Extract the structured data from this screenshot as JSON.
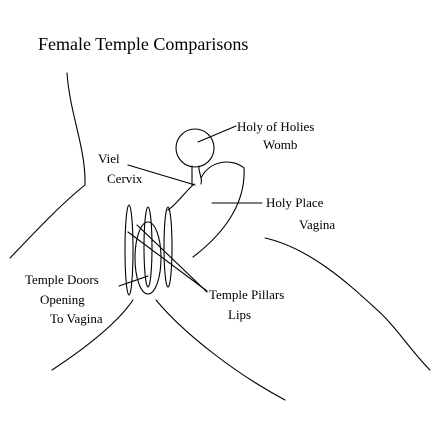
{
  "title": "Female Temple Comparisons",
  "labels": {
    "holy_of_holies": "Holy of Holies",
    "womb": "Womb",
    "viel": "Viel",
    "cervix": "Cervix",
    "holy_place": "Holy Place",
    "vagina": "Vagina",
    "temple_doors": "Temple Doors",
    "opening": "Opening",
    "to_vagina": "To Vagina",
    "temple_pillars": "Temple Pillars",
    "lips": "Lips"
  },
  "colors": {
    "background": "#ffffff",
    "ink": "#000000"
  }
}
